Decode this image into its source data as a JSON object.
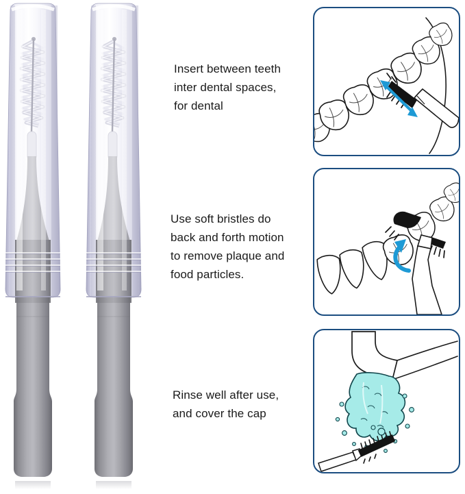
{
  "colors": {
    "panel_border": "#1b4d80",
    "arrow_blue": "#1e9ad5",
    "water_cyan": "#a6ebe8",
    "water_outline": "#10444a",
    "ink": "#1a1a1a",
    "handle_gray": "#8f8f95",
    "cap_tint": "#b7b7ce",
    "background": "#ffffff"
  },
  "product": {
    "description": "two interdental brushes with clear protective caps",
    "items": [
      {
        "name": "interdental brush 1"
      },
      {
        "name": "interdental brush 2"
      }
    ]
  },
  "steps": [
    {
      "id": 1,
      "lines": [
        "Insert between teeth",
        "inter dental spaces,",
        "for dental"
      ],
      "illustration": "brush-inserted-between-molars-with-double-arrow"
    },
    {
      "id": 2,
      "lines": [
        "Use soft bristles do",
        "back and forth motion",
        "to remove plaque and",
        "food particles."
      ],
      "illustration": "brush-cleaning-behind-molar-with-rotation-arrow"
    },
    {
      "id": 3,
      "lines": [
        "Rinse well after use,",
        "and cover the cap"
      ],
      "illustration": "brush-rinsed-under-running-faucet"
    }
  ]
}
